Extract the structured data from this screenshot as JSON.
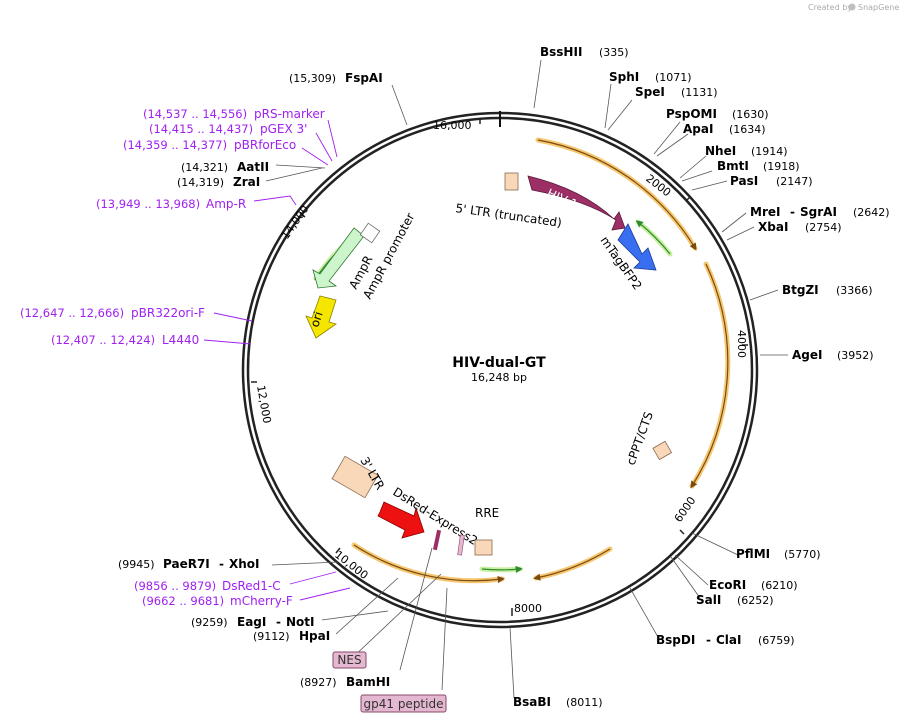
{
  "credit": {
    "prefix": "Created by",
    "brand": "SnapGene"
  },
  "plasmid": {
    "name": "HIV-dual-GT",
    "length": "16,248 bp"
  },
  "ticks": [
    "16,000",
    "2000",
    "4000",
    "6000",
    "8000",
    "10,000",
    "12,000",
    "14,000"
  ],
  "enzymes": [
    {
      "name": "BssHII",
      "pos": "(335)"
    },
    {
      "name": "SphI",
      "pos": "(1071)"
    },
    {
      "name": "SpeI",
      "pos": "(1131)"
    },
    {
      "name": "PspOMI",
      "pos": "(1630)"
    },
    {
      "name": "ApaI",
      "pos": "(1634)"
    },
    {
      "name": "NheI",
      "pos": "(1914)"
    },
    {
      "name": "BmtI",
      "pos": "(1918)"
    },
    {
      "name": "PasI",
      "pos": "(2147)"
    },
    {
      "name": "MreI",
      "sep": "-",
      "name2": "SgrAI",
      "pos": "(2642)"
    },
    {
      "name": "XbaI",
      "pos": "(2754)"
    },
    {
      "name": "BtgZI",
      "pos": "(3366)"
    },
    {
      "name": "AgeI",
      "pos": "(3952)"
    },
    {
      "name": "PflMI",
      "pos": "(5770)"
    },
    {
      "name": "EcoRI",
      "pos": "(6210)"
    },
    {
      "name": "SalI",
      "pos": "(6252)"
    },
    {
      "name": "BspDI",
      "sep": "-",
      "name2": "ClaI",
      "pos": "(6759)"
    },
    {
      "name": "BsaBI",
      "pos": "(8011)"
    },
    {
      "name": "BamHI",
      "pos": "(8927)"
    },
    {
      "name": "HpaI",
      "pos": "(9112)"
    },
    {
      "name": "EagI",
      "sep": "-",
      "name2": "NotI",
      "pos": "(9259)"
    },
    {
      "name": "PaeR7I",
      "sep": "-",
      "name2": "XhoI",
      "pos": "(9945)"
    },
    {
      "name": "ZraI",
      "pos": "(14,319)"
    },
    {
      "name": "AatII",
      "pos": "(14,321)"
    },
    {
      "name": "FspAI",
      "pos": "(15,309)"
    }
  ],
  "primers": [
    {
      "range": "(14,537 .. 14,556)",
      "name": "pRS-marker"
    },
    {
      "range": "(14,415 .. 14,437)",
      "name": "pGEX 3'"
    },
    {
      "range": "(14,359 .. 14,377)",
      "name": "pBRforEco"
    },
    {
      "range": "(13,949 .. 13,968)",
      "name": "Amp-R"
    },
    {
      "range": "(12,647 .. 12,666)",
      "name": "pBR322ori-F"
    },
    {
      "range": "(12,407 .. 12,424)",
      "name": "L4440"
    },
    {
      "range": "(9856 .. 9879)",
      "name": "DsRed1-C"
    },
    {
      "range": "(9662 .. 9681)",
      "name": "mCherry-F"
    }
  ],
  "features": {
    "ltr5": "5' LTR (truncated)",
    "gag": "HIV-1 gag",
    "tagbfp": "mTagBFP2",
    "ampr": "AmpR",
    "ampr_promoter": "AmpR promoter",
    "ori": "ori",
    "cppt": "cPPT/CTS",
    "ltr3": "3' LTR",
    "dsred": "DsRed-Express2",
    "rre": "RRE"
  },
  "badges": {
    "nes": "NES",
    "gp41": "gp41 peptide"
  },
  "colors": {
    "backbone": "#222222",
    "gag": "#9b2f66",
    "tagbfp": "#3a6ef0",
    "dsred": "#ee1111",
    "ampr": "#ccf5cc",
    "ori": "#f5e600",
    "ltr": "#f8d8b8",
    "orf_glow": "#f5c770",
    "orf_green": "#2ea52e",
    "primer": "#a020f0"
  }
}
